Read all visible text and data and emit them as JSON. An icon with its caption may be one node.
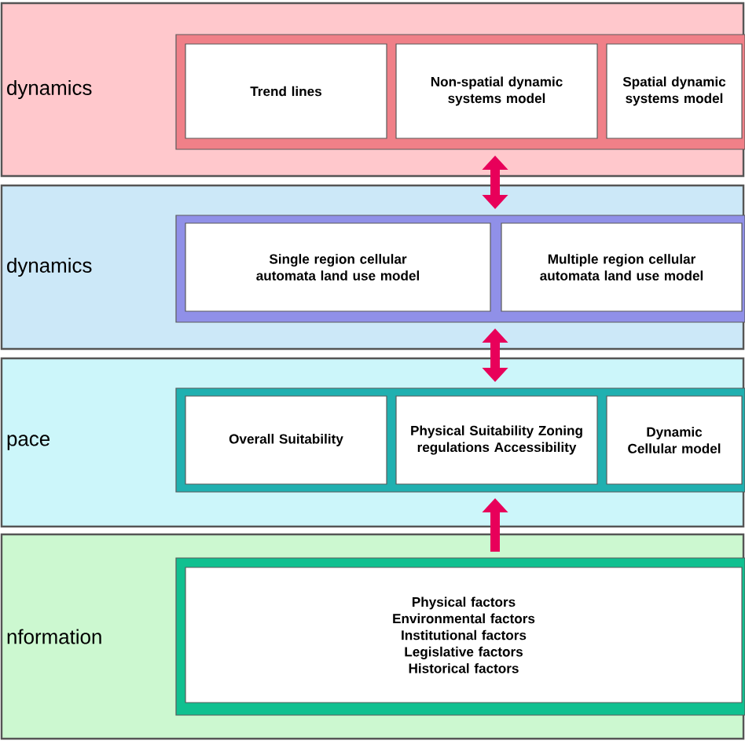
{
  "diagram": {
    "nodes": [
      {
        "text": [
          "dynamics"
        ]
      },
      {
        "text": [],
        "shape": "box",
        "in": 0
      },
      {
        "text": [
          "Trend lines"
        ],
        "in": 1
      },
      {
        "text": [
          "Non-spatial dynamic systems model"
        ],
        "in": 1
      },
      {
        "text": [
          "Spatial dynamic systems model"
        ],
        "in": 1
      },
      {
        "text": [
          "dynamics"
        ]
      },
      {
        "text": [],
        "shape": "box",
        "in": 5
      },
      {
        "text": [
          "Single region cellular automata land use model"
        ],
        "in": 6
      },
      {
        "text": [
          "Multiple region cellular automata land use model"
        ],
        "in": 6
      },
      {
        "text": [
          "pace"
        ]
      },
      {
        "text": [],
        "shape": "box",
        "in": 9
      },
      {
        "text": [
          "Overall Suitability"
        ],
        "in": 10
      },
      {
        "text": [
          "Physical Suitability Zoning regulations Accessibility"
        ],
        "in": 10
      },
      {
        "text": [
          "Dynamic Cellular model"
        ],
        "in": 10
      },
      {
        "text": [
          "nformation"
        ]
      },
      {
        "text": [],
        "shape": "box",
        "in": 14
      },
      {
        "text": [
          "Physical factors",
          "Environmental factors",
          "Institutional factors",
          "Legislative factors",
          "Historical factors"
        ],
        "in": 15
      }
    ],
    "edges": [
      {
        "from": 1,
        "to": 6,
        "arrow": "both"
      },
      {
        "from": 6,
        "to": 10,
        "arrow": "both"
      },
      {
        "from": 15,
        "to": 10,
        "arrow": "to"
      }
    ]
  }
}
